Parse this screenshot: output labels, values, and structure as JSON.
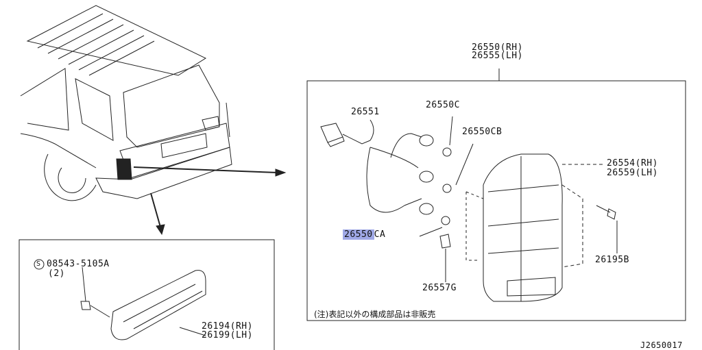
{
  "parts": {
    "lamp_assy_rh": "26550(RH)",
    "lamp_assy_lh": "26555(LH)",
    "harness": "26551",
    "socket_c": "26550C",
    "socket_cb": "26550CB",
    "socket_ca_highlight": "26550",
    "socket_ca_suffix": "CA",
    "lens_rh": "26554(RH)",
    "lens_lh": "26559(LH)",
    "screw_b": "26195B",
    "clip_g": "26557G",
    "bolt_code": "08543-5105A",
    "bolt_qty": "(2)",
    "bolt_symbol": "S",
    "side_lamp_rh": "26194(RH)",
    "side_lamp_lh": "26199(LH)"
  },
  "note": "(注)表記以外の構成部品は非販売",
  "diagram_id": "J2650017",
  "highlight_color": "#9fa8e6"
}
